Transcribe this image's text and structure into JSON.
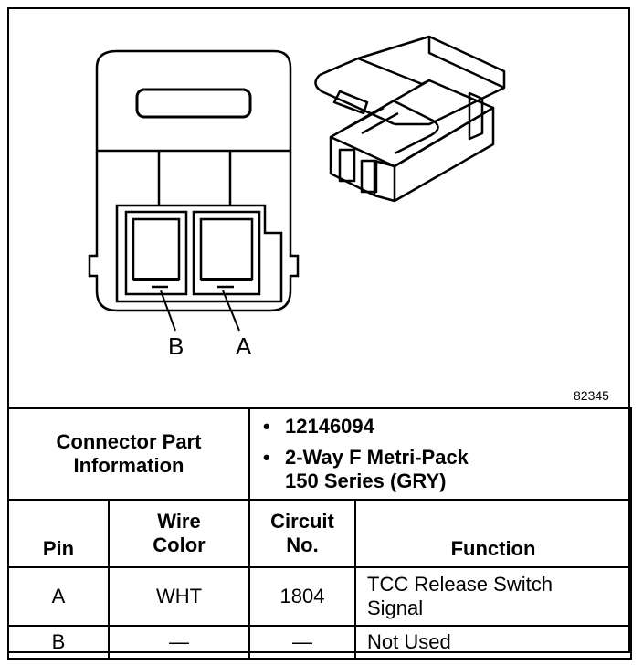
{
  "diagram": {
    "pin_labels": [
      "B",
      "A"
    ],
    "figure_number": "82345"
  },
  "connector_info": {
    "label": "Connector Part Information",
    "part_number": "12146094",
    "description_line1": "2-Way F Metri-Pack",
    "description_line2": "150 Series (GRY)"
  },
  "table": {
    "headers": {
      "pin": "Pin",
      "wire_color_line1": "Wire",
      "wire_color_line2": "Color",
      "circuit_line1": "Circuit",
      "circuit_line2": "No.",
      "function": "Function"
    },
    "rows": [
      {
        "pin": "A",
        "wire_color": "WHT",
        "circuit": "1804",
        "function_line1": "TCC Release Switch",
        "function_line2": "Signal"
      },
      {
        "pin": "B",
        "wire_color": "—",
        "circuit": "—",
        "function_line1": "Not Used",
        "function_line2": ""
      }
    ]
  }
}
